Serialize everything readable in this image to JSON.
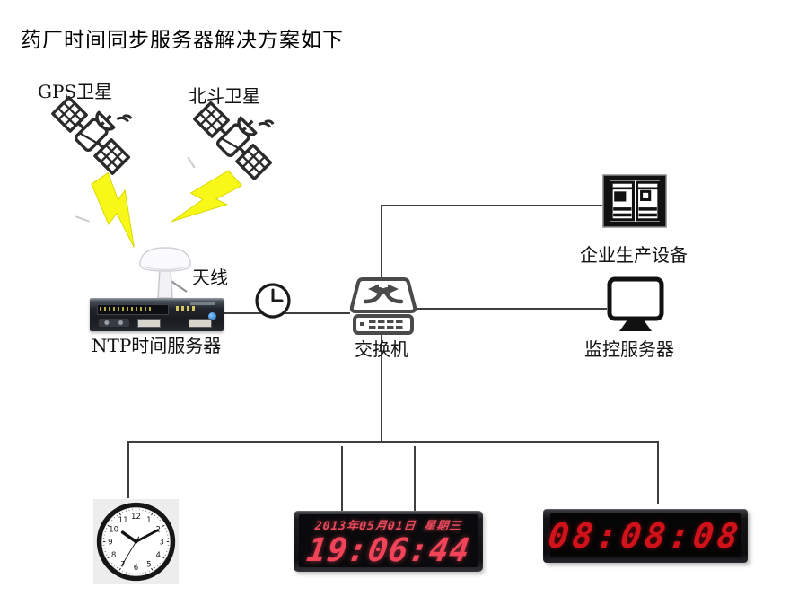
{
  "title": "药厂时间同步服务器解决方案如下",
  "nodes": {
    "gps_satellite": {
      "label": "GPS卫星"
    },
    "beidou_satellite": {
      "label": "北斗卫星"
    },
    "antenna": {
      "label": "天线"
    },
    "ntp_server": {
      "label": "NTP时间服务器"
    },
    "network_switch": {
      "label": "交换机"
    },
    "production_equipment": {
      "label": "企业生产设备"
    },
    "monitoring_server": {
      "label": "监控服务器"
    }
  },
  "clocks": {
    "analog_wall_clock": {
      "numerals": [
        "12",
        "1",
        "2",
        "3",
        "4",
        "5",
        "6",
        "7",
        "8",
        "9",
        "10",
        "11"
      ],
      "time_shown": "10:10:35",
      "hands": {
        "hour_deg": 305,
        "minute_deg": 62,
        "second_deg": 211
      }
    },
    "led_calendar_clock": {
      "date_line": "2013年05月01日 星期三",
      "time": "19:06:44",
      "digit_color": "#f24458"
    },
    "led_time_clock": {
      "time": "08:08:08",
      "digit_color": "#d2121b"
    }
  },
  "colors": {
    "connector_line": "#3f3f3f",
    "lightning_fill": "#f7f718",
    "icon_stroke": "#4a4a4a",
    "satellite_stroke": "#2b2b2b"
  }
}
